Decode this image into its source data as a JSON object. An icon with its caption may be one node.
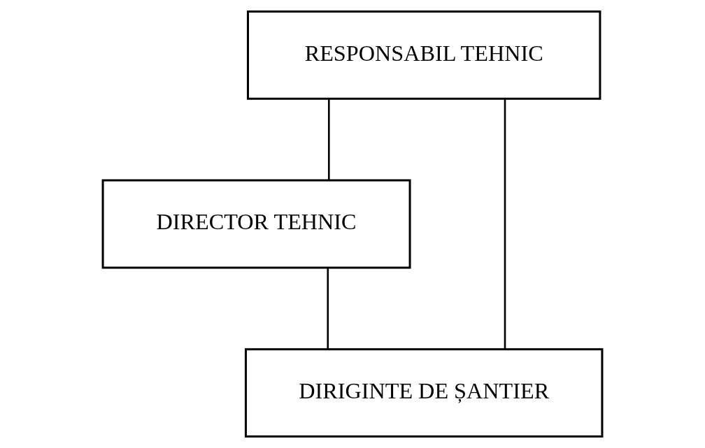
{
  "diagram": {
    "nodes": [
      {
        "text": [
          "RESPONSABIL TEHNIC"
        ]
      },
      {
        "text": [
          "DIRECTOR TEHNIC"
        ]
      },
      {
        "text": [
          "DIRIGINTE DE ȘANTIER"
        ]
      }
    ],
    "edges": [
      {
        "from": 0,
        "to": 2,
        "arrow": "none"
      },
      {
        "from": 0,
        "to": 1,
        "arrow": "none"
      },
      {
        "from": 1,
        "to": 2,
        "arrow": "none"
      }
    ]
  }
}
